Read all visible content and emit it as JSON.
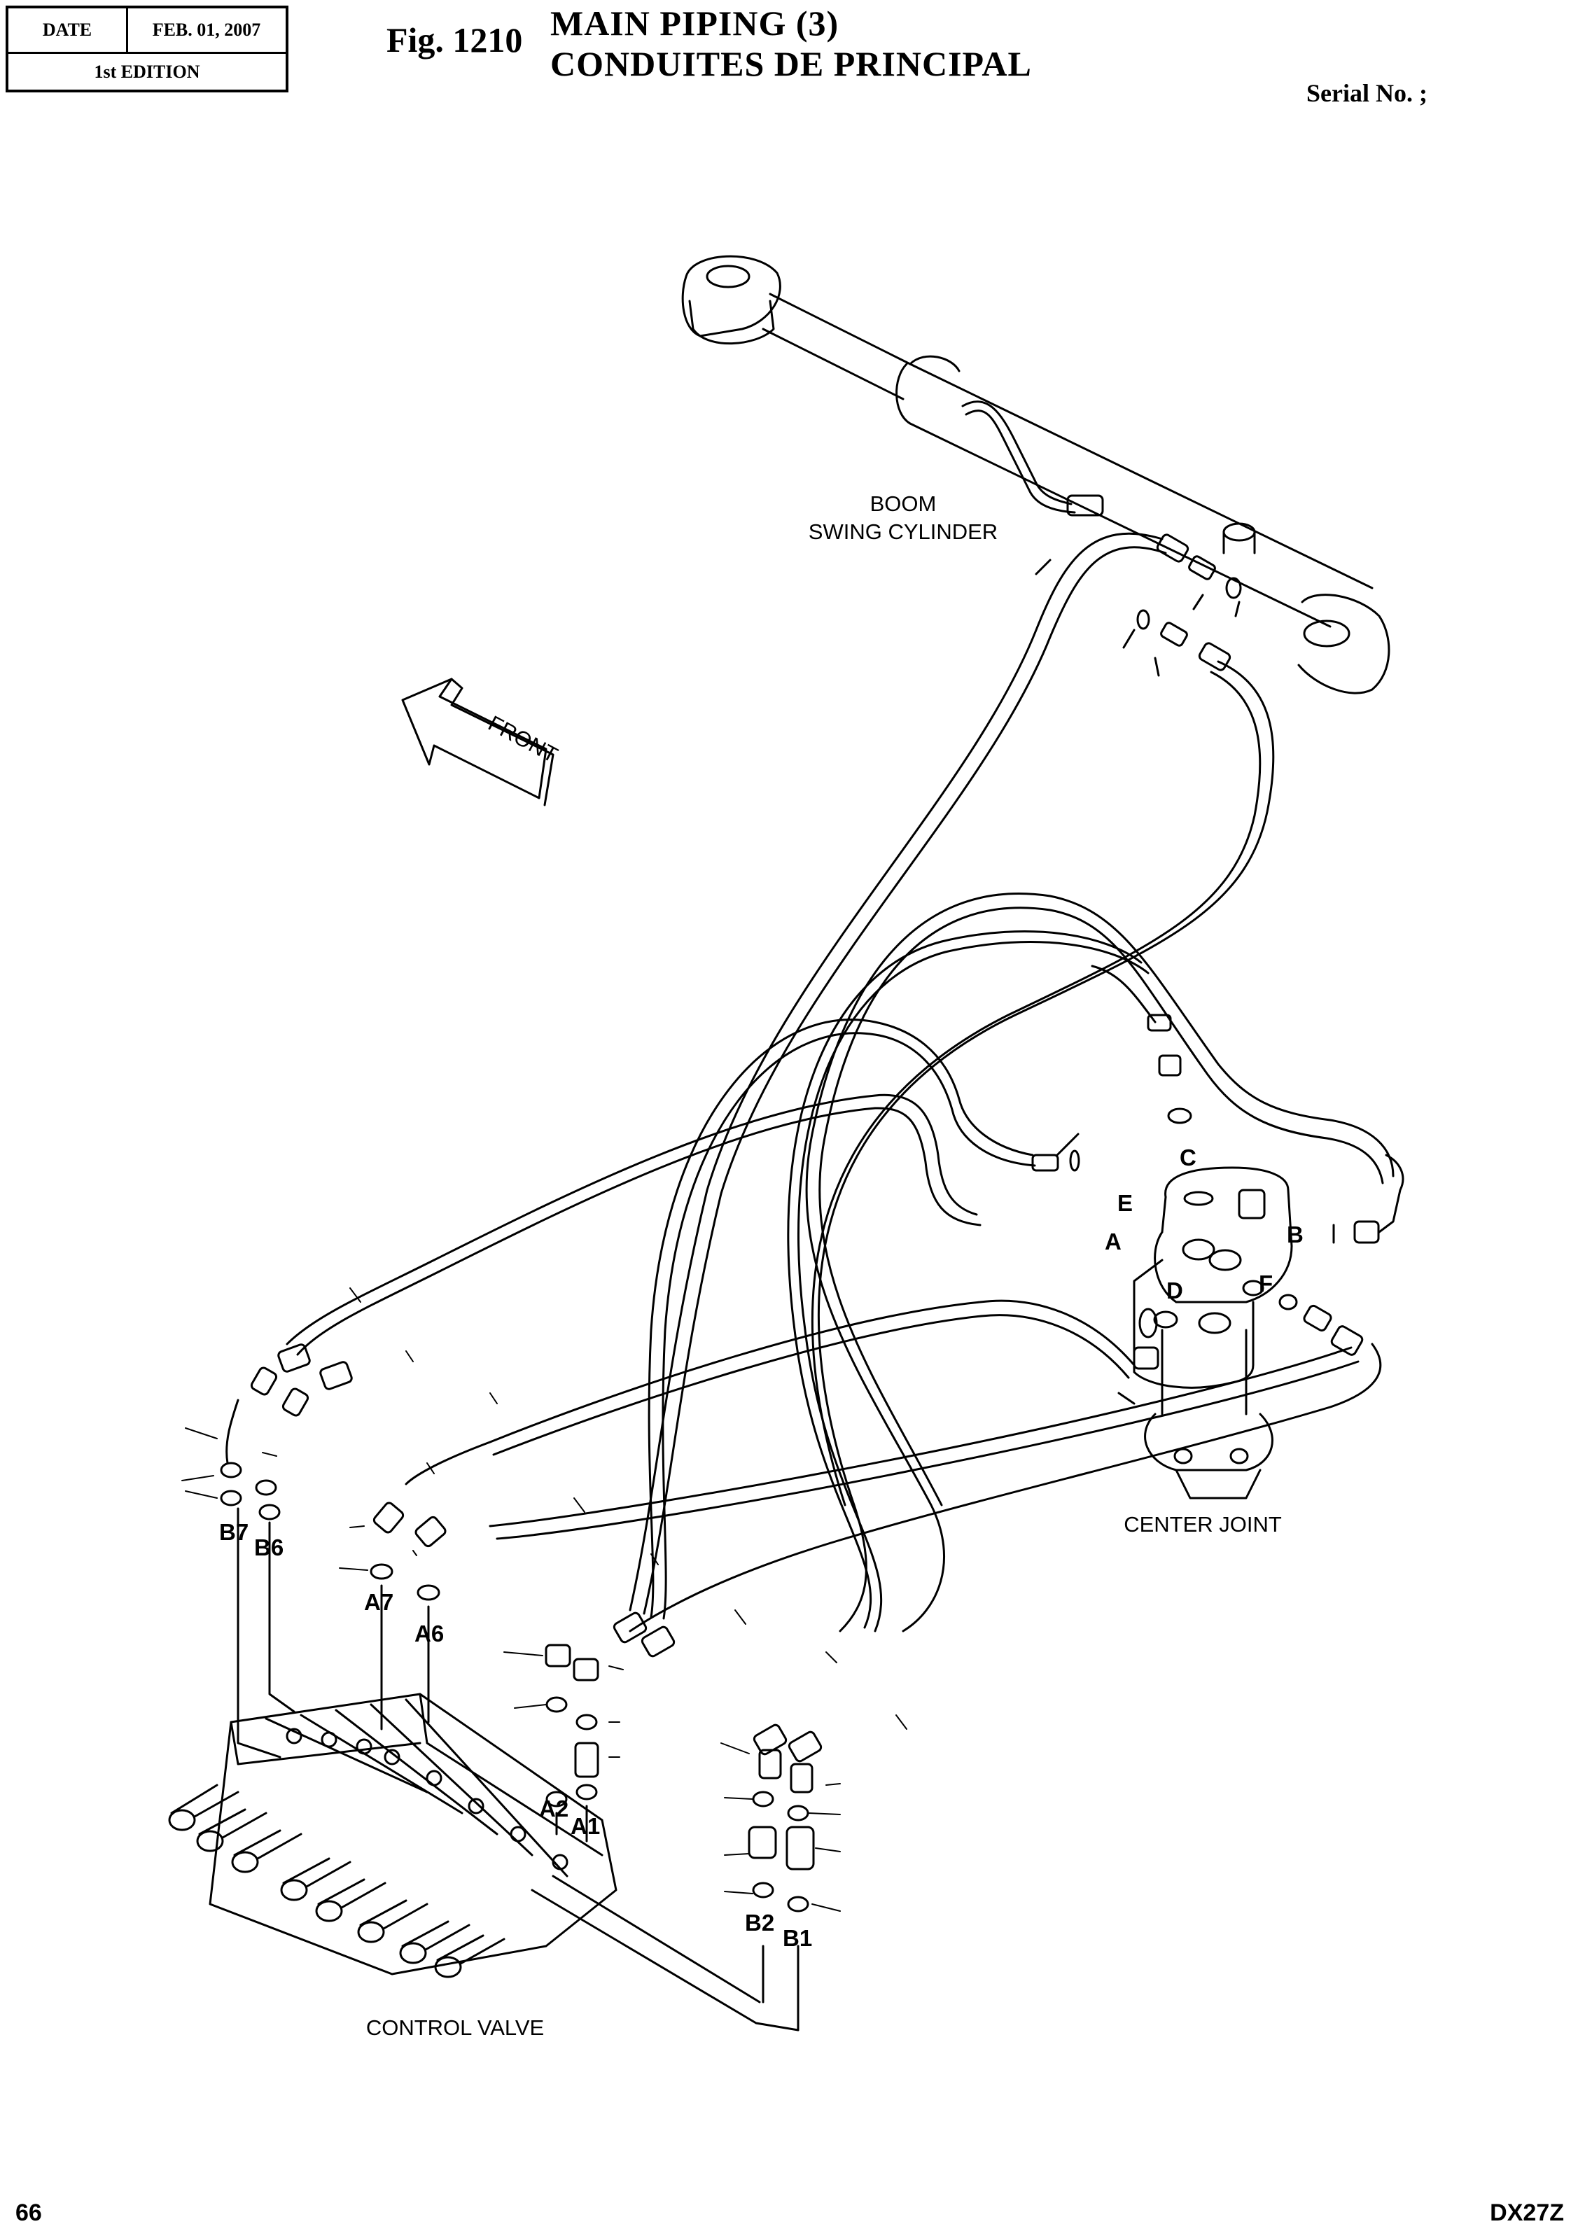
{
  "header": {
    "date_label": "DATE",
    "date_value": "FEB. 01, 2007",
    "edition": "1st EDITION",
    "fig_number": "Fig. 1210",
    "title_en": "MAIN PIPING (3)",
    "title_fr": "CONDUITES DE PRINCIPAL",
    "serial": "Serial No. ;"
  },
  "labels": {
    "boom_line1": "BOOM",
    "boom_line2": "SWING CYLINDER",
    "front": "FRONT",
    "center_joint": "CENTER JOINT",
    "control_valve": "CONTROL VALVE",
    "port_c": "C",
    "port_e": "E",
    "port_a": "A",
    "port_b": "B",
    "port_d": "D",
    "port_f": "F",
    "b7": "B7",
    "b6": "B6",
    "a7": "A7",
    "a6": "A6",
    "a2": "A2",
    "a1": "A1",
    "b2": "B2",
    "b1": "B1"
  },
  "footer": {
    "page_number": "66",
    "model": "DX27Z"
  }
}
